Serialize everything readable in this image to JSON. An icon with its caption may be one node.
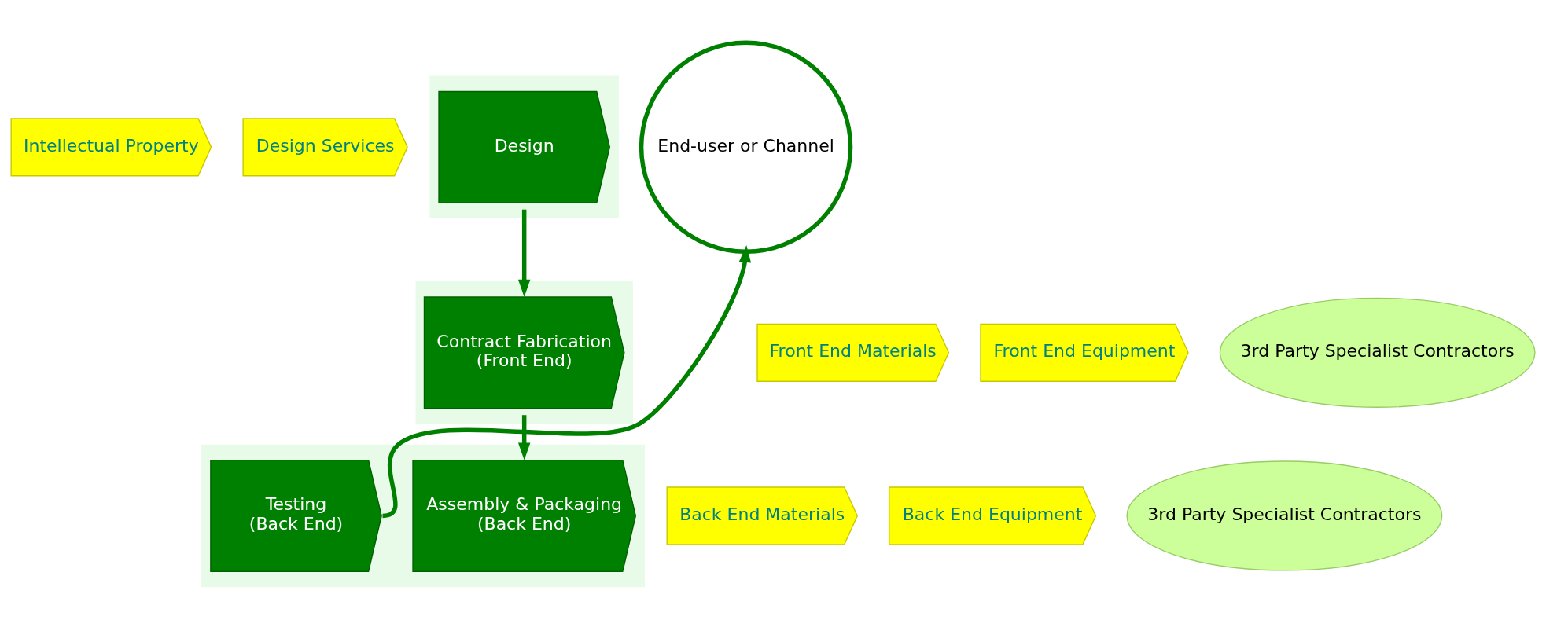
{
  "diagram": {
    "nodes": [
      {
        "text": [
          "Intellectual Property"
        ]
      },
      {
        "text": [
          "Design Services"
        ]
      },
      {
        "text": [],
        "shape": "box"
      },
      {
        "text": [
          "Design"
        ],
        "in": 2
      },
      {
        "text": [
          "End-user or Channel"
        ]
      },
      {
        "text": [
          "Front End Materials"
        ]
      },
      {
        "text": [
          "Front End Equipment"
        ]
      },
      {
        "text": [],
        "shape": "box"
      },
      {
        "text": [
          "Contract Fabrication",
          "(Front End)"
        ],
        "in": 7
      },
      {
        "text": [
          "3rd Party Specialist Contractors"
        ]
      },
      {
        "text": [
          "Back End Materials"
        ]
      },
      {
        "text": [
          "Back End Equipment"
        ]
      },
      {
        "text": [],
        "shape": "box"
      },
      {
        "text": [
          "Assembly & Packaging",
          "(Back End)"
        ],
        "in": 12
      },
      {
        "text": [
          "Testing",
          "(Back End)"
        ],
        "in": 12
      },
      {
        "text": [
          "3rd Party Specialist Contractors"
        ]
      }
    ],
    "edges": [
      {
        "from": 3,
        "to": 8,
        "arrow": "to"
      },
      {
        "from": 8,
        "to": 13,
        "arrow": "to"
      },
      {
        "from": 14,
        "to": 4,
        "arrow": "to"
      }
    ]
  }
}
